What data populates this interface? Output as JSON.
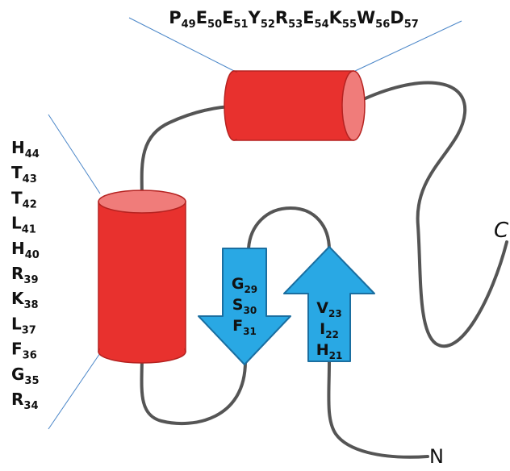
{
  "top_helix": {
    "residues": [
      {
        "aa": "P",
        "num": "49"
      },
      {
        "aa": "E",
        "num": "50"
      },
      {
        "aa": "E",
        "num": "51"
      },
      {
        "aa": "Y",
        "num": "52"
      },
      {
        "aa": "R",
        "num": "53"
      },
      {
        "aa": "E",
        "num": "54"
      },
      {
        "aa": "K",
        "num": "55"
      },
      {
        "aa": "W",
        "num": "56"
      },
      {
        "aa": "D",
        "num": "57"
      }
    ]
  },
  "left_helix": {
    "residues": [
      {
        "aa": "H",
        "num": "44"
      },
      {
        "aa": "T",
        "num": "43"
      },
      {
        "aa": "T",
        "num": "42"
      },
      {
        "aa": "L",
        "num": "41"
      },
      {
        "aa": "H",
        "num": "40"
      },
      {
        "aa": "R",
        "num": "39"
      },
      {
        "aa": "K",
        "num": "38"
      },
      {
        "aa": "L",
        "num": "37"
      },
      {
        "aa": "F",
        "num": "36"
      },
      {
        "aa": "G",
        "num": "35"
      },
      {
        "aa": "R",
        "num": "34"
      }
    ]
  },
  "strand_down": {
    "residues": [
      {
        "aa": "G",
        "num": "29"
      },
      {
        "aa": "S",
        "num": "30"
      },
      {
        "aa": "F",
        "num": "31"
      }
    ]
  },
  "strand_up": {
    "residues": [
      {
        "aa": "V",
        "num": "23"
      },
      {
        "aa": "I",
        "num": "22"
      },
      {
        "aa": "H",
        "num": "21"
      }
    ]
  },
  "termini": {
    "n": "N",
    "c": "C"
  },
  "colors": {
    "helix": "#e8312e",
    "helix_cap": "#f07c7a",
    "helix_stroke": "#b52220",
    "strand": "#29a8e4",
    "strand_stroke": "#1a6ea0",
    "loop": "#555555",
    "guide": "#4a86c8"
  }
}
